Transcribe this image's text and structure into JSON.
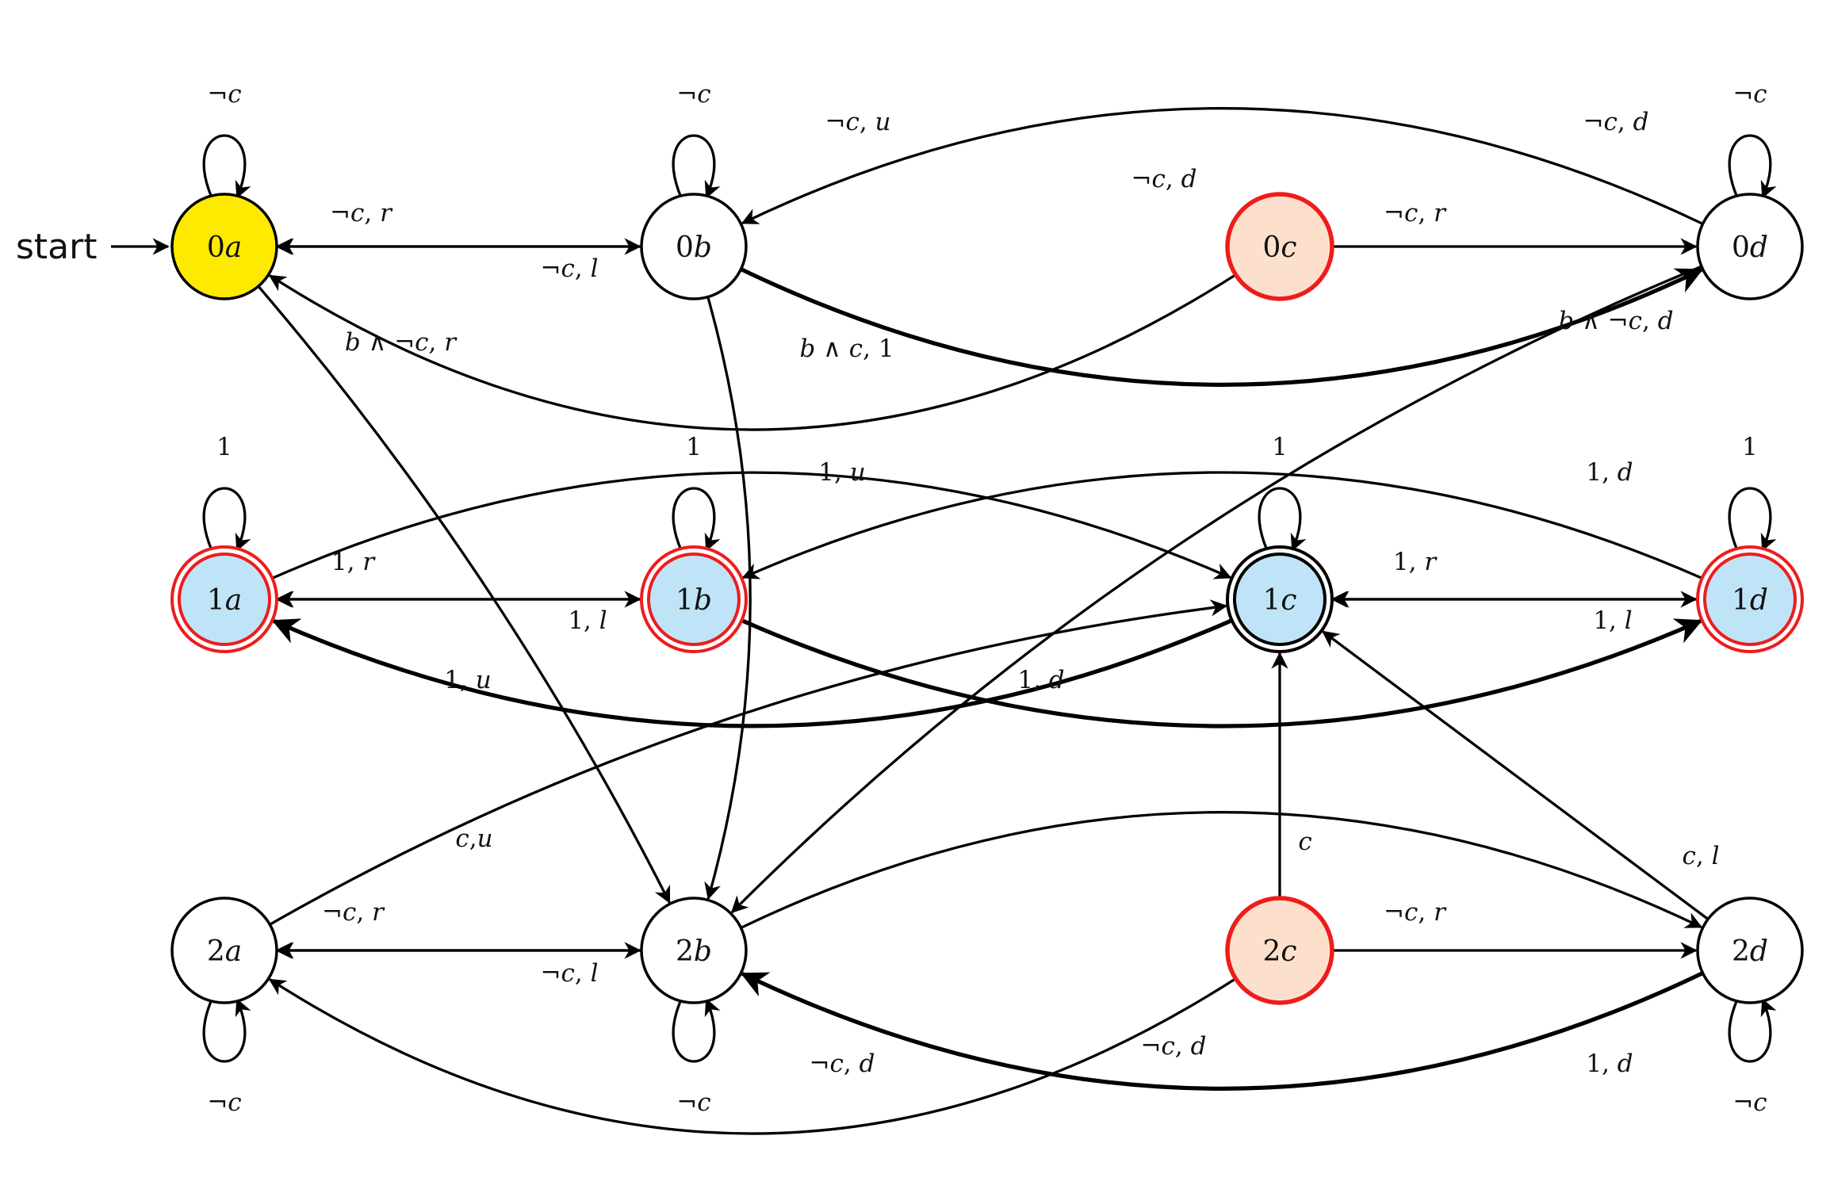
{
  "start_label": "start",
  "colors": {
    "initial": "#fdea00",
    "accepting_fill": "#bfe4f8",
    "marked_fill": "#fde0cc",
    "marked_stroke": "#ee1c1c",
    "default_fill": "#ffffff",
    "ink": "#000000"
  },
  "states": [
    {
      "id": "0a",
      "label": "0a",
      "kind": "initial"
    },
    {
      "id": "0b",
      "label": "0b",
      "kind": "normal"
    },
    {
      "id": "0c",
      "label": "0c",
      "kind": "marked"
    },
    {
      "id": "0d",
      "label": "0d",
      "kind": "normal"
    },
    {
      "id": "1a",
      "label": "1a",
      "kind": "accepting-red"
    },
    {
      "id": "1b",
      "label": "1b",
      "kind": "accepting-red"
    },
    {
      "id": "1c",
      "label": "1c",
      "kind": "accepting-black"
    },
    {
      "id": "1d",
      "label": "1d",
      "kind": "accepting-red"
    },
    {
      "id": "2a",
      "label": "2a",
      "kind": "normal"
    },
    {
      "id": "2b",
      "label": "2b",
      "kind": "normal"
    },
    {
      "id": "2c",
      "label": "2c",
      "kind": "marked"
    },
    {
      "id": "2d",
      "label": "2d",
      "kind": "normal"
    }
  ],
  "transitions": [
    {
      "from": "0a",
      "to": "0a",
      "label": "¬c"
    },
    {
      "from": "0b",
      "to": "0b",
      "label": "¬c"
    },
    {
      "from": "0d",
      "to": "0d",
      "label": "¬c"
    },
    {
      "from": "1a",
      "to": "1a",
      "label": "1"
    },
    {
      "from": "1b",
      "to": "1b",
      "label": "1"
    },
    {
      "from": "1c",
      "to": "1c",
      "label": "1"
    },
    {
      "from": "1d",
      "to": "1d",
      "label": "1"
    },
    {
      "from": "2a",
      "to": "2a",
      "label": "¬c"
    },
    {
      "from": "2b",
      "to": "2b",
      "label": "¬c"
    },
    {
      "from": "2d",
      "to": "2d",
      "label": "¬c"
    },
    {
      "from": "0a",
      "to": "0b",
      "label": "¬c, r"
    },
    {
      "from": "0b",
      "to": "0a",
      "label": "¬c, l"
    },
    {
      "from": "0c",
      "to": "0d",
      "label": "¬c, r"
    },
    {
      "from": "0c",
      "to": "0a",
      "label": "¬c, d"
    },
    {
      "from": "0d",
      "to": "0b",
      "label": "¬c, u"
    },
    {
      "from": "0b",
      "to": "0d",
      "label": "¬c, d"
    },
    {
      "from": "0a",
      "to": "2b",
      "label": "b ∧ ¬c, r"
    },
    {
      "from": "0b",
      "to": "2b",
      "label": "b ∧ c, 1"
    },
    {
      "from": "0d",
      "to": "2b",
      "label": "b ∧ ¬c, d"
    },
    {
      "from": "1a",
      "to": "1b",
      "label": "1, r"
    },
    {
      "from": "1b",
      "to": "1a",
      "label": "1, l"
    },
    {
      "from": "1c",
      "to": "1d",
      "label": "1, r"
    },
    {
      "from": "1d",
      "to": "1c",
      "label": "1, l"
    },
    {
      "from": "1d",
      "to": "1b",
      "label": "1, u"
    },
    {
      "from": "1b",
      "to": "1d",
      "label": "1, d"
    },
    {
      "from": "1c",
      "to": "1a",
      "label": "1, u"
    },
    {
      "from": "1a",
      "to": "1c",
      "label": "1, d"
    },
    {
      "from": "2a",
      "to": "1c",
      "label": "c,u"
    },
    {
      "from": "2c",
      "to": "1c",
      "label": "c"
    },
    {
      "from": "2d",
      "to": "1c",
      "label": "c, l"
    },
    {
      "from": "2a",
      "to": "2b",
      "label": "¬c, r"
    },
    {
      "from": "2b",
      "to": "2a",
      "label": "¬c, l"
    },
    {
      "from": "2c",
      "to": "2d",
      "label": "¬c, r"
    },
    {
      "from": "2c",
      "to": "2a",
      "label": "¬c, d"
    },
    {
      "from": "2b",
      "to": "2d",
      "label": "¬c, d"
    },
    {
      "from": "2d",
      "to": "2b",
      "label": "1, d"
    }
  ]
}
